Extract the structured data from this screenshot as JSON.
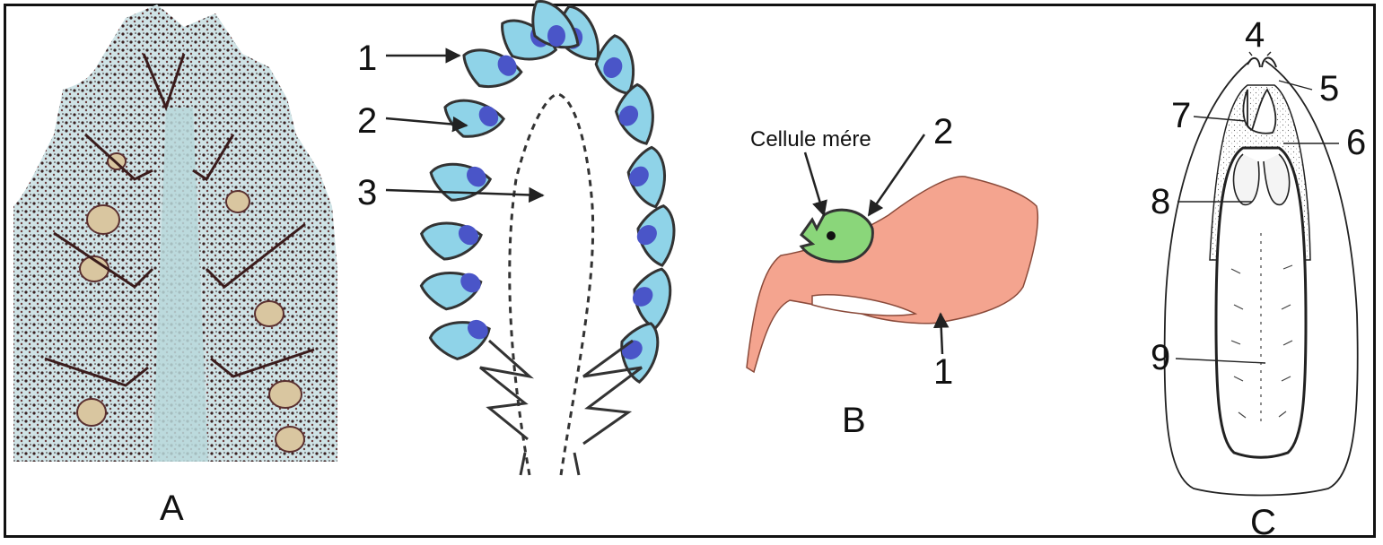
{
  "colors": {
    "cone_cell": "#8fd3e8",
    "nucleus": "#4a55c8",
    "scale_tissue": "#f4a48f",
    "mother_cell": "#8ad67a",
    "photo_bg": "#cfe3e6",
    "photo_dark": "#4b2a2a"
  },
  "panels": {
    "a": {
      "caption": "A"
    },
    "cone": {
      "labels": [
        "1",
        "2",
        "3"
      ]
    },
    "b": {
      "caption": "B",
      "mother_cell_label": "Cellule mére",
      "labels": [
        "2",
        "1"
      ]
    },
    "c": {
      "caption": "C",
      "labels": [
        "4",
        "5",
        "7",
        "6",
        "8",
        "9"
      ]
    }
  }
}
